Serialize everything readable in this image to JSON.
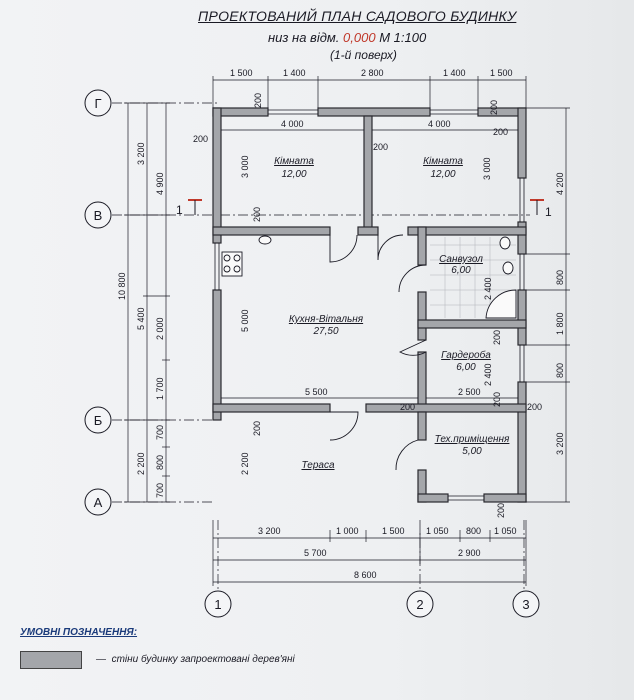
{
  "header": {
    "title": "ПРОЕКТОВАНИЙ ПЛАН САДОВОГО БУДИНКУ",
    "level_prefix": "низ на відм.",
    "level_value": "0,000",
    "scale": "М 1:100",
    "floor": "(1-й поверх)"
  },
  "axes": {
    "rows": [
      "Г",
      "В",
      "Б",
      "А"
    ],
    "cols": [
      "1",
      "2",
      "3"
    ],
    "section_mark": "1"
  },
  "rooms": [
    {
      "name": "Кімната",
      "area": "12,00"
    },
    {
      "name": "Кімната",
      "area": "12,00"
    },
    {
      "name": "Санвузол",
      "area": "6,00"
    },
    {
      "name": "Кухня-Вітальня",
      "area": "27,50"
    },
    {
      "name": "Гардероба",
      "area": "6,00"
    },
    {
      "name": "Тех.приміщення",
      "area": "5,00"
    },
    {
      "name": "Тераса",
      "area": ""
    }
  ],
  "dimensions": {
    "top_chain": [
      "1 500",
      "1 400",
      "2 800",
      "1 400",
      "1 500"
    ],
    "bottom_chain_1": [
      "3 200",
      "1 000",
      "1 500",
      "1 050",
      "800",
      "1 050"
    ],
    "bottom_chain_2": [
      "5 700",
      "2 900"
    ],
    "bottom_total": "8 600",
    "left_1": [
      "3 200",
      "5 400",
      "2 200"
    ],
    "left_2": [
      "10 800"
    ],
    "left_3": [
      "4 900",
      "2 000",
      "1 700",
      "700",
      "800",
      "700"
    ],
    "right_1": [
      "4 200",
      "800",
      "1 800",
      "800",
      "3 200"
    ],
    "interior": [
      "4 000",
      "4 000",
      "5 500",
      "2 500",
      "200",
      "200",
      "200",
      "200",
      "200",
      "200",
      "200",
      "200",
      "200",
      "200",
      "200",
      "3 000",
      "3 000",
      "5 000",
      "2 400",
      "2 400",
      "2 200",
      "200",
      "200"
    ]
  },
  "legend": {
    "title": "УМОВНІ ПОЗНАЧЕННЯ:",
    "dash": "—",
    "text": "стіни будинку запроектовані дерев'яні"
  },
  "colors": {
    "wall_fill": "#a4a6aa",
    "ink": "#1a1a24",
    "accent_red": "#c0392b",
    "legend_blue": "#1a3a7a"
  }
}
